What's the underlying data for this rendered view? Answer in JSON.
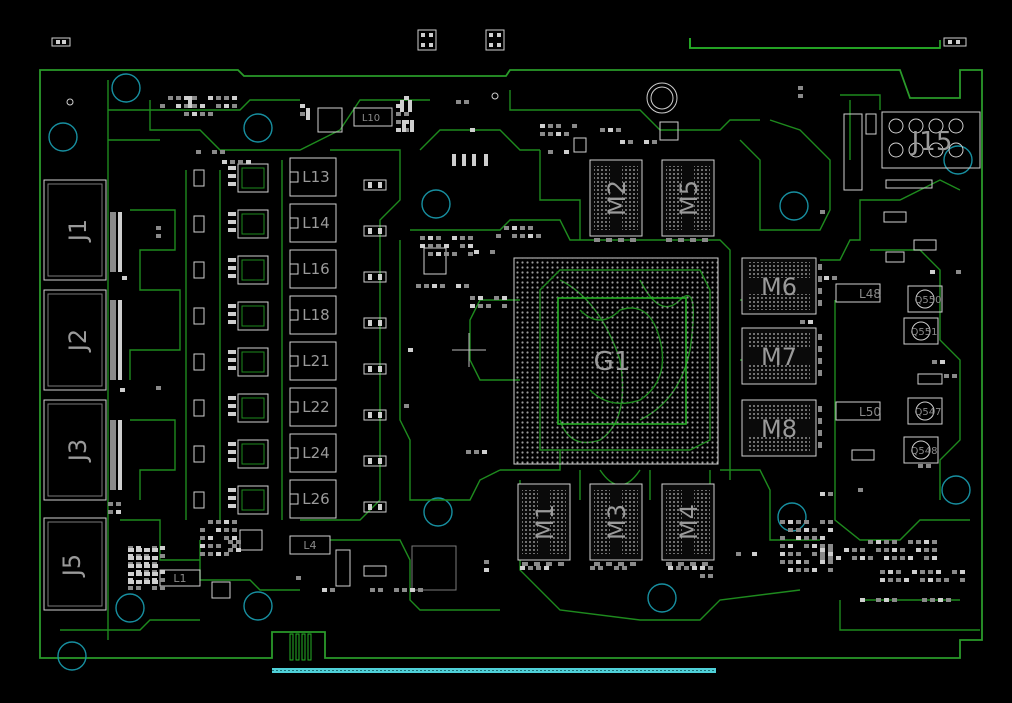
{
  "board": {
    "colors": {
      "background": "#000000",
      "trace": "#1e8a1e",
      "silkscreen": "#cfcfcf",
      "mounting_hole": "#178fa0",
      "edge_connector": "#4fd0d8"
    }
  },
  "labels": {
    "connectors": [
      "J1",
      "J2",
      "J3",
      "J5",
      "J15"
    ],
    "gpu": "G1",
    "memory": [
      "M1",
      "M2",
      "M3",
      "M4",
      "M5",
      "M6",
      "M7",
      "M8"
    ],
    "inductors": [
      "L13",
      "L14",
      "L16",
      "L18",
      "L21",
      "L22",
      "L24",
      "L26",
      "L48",
      "L50",
      "L4",
      "L1",
      "L10"
    ],
    "transistors": [
      "Q550",
      "Q551",
      "Q547",
      "Q548"
    ]
  }
}
